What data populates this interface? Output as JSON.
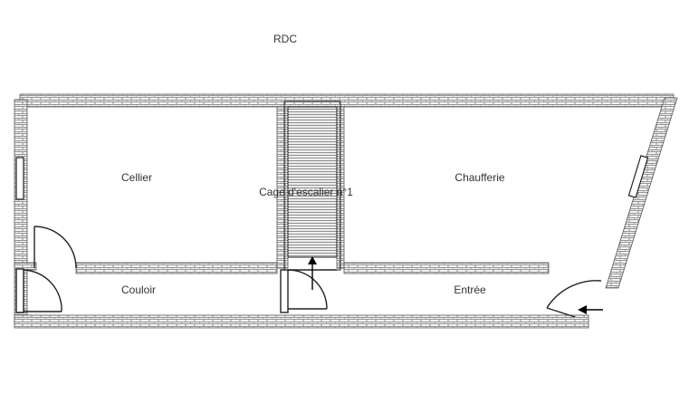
{
  "plan": {
    "level_title": "RDC",
    "rooms": [
      {
        "name": "Cellier"
      },
      {
        "name": "Cage d'escalier n°1"
      },
      {
        "name": "Chaufferie"
      },
      {
        "name": "Couloir"
      },
      {
        "name": "Entrée"
      }
    ]
  },
  "colors": {
    "wall": "#8a8a8a",
    "line": "#222222"
  }
}
